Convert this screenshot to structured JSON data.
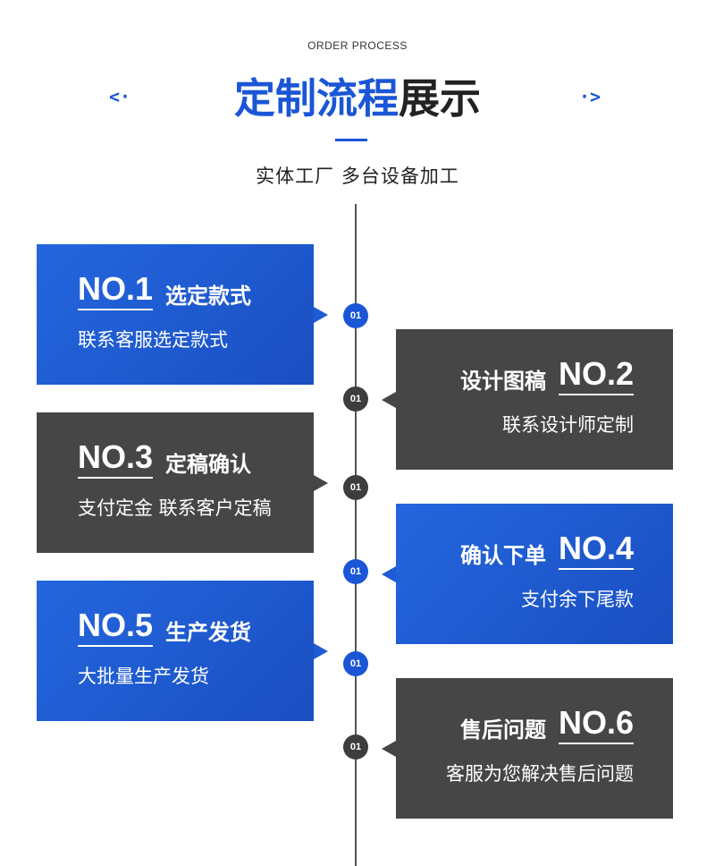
{
  "header": {
    "subtitle_en": "ORDER PROCESS",
    "title_blue": "定制流程",
    "title_dark": "展示",
    "arrow_left": "<·",
    "arrow_right": "·>",
    "tagline": "实体工厂  多台设备加工"
  },
  "colors": {
    "accent": "#1a56d6",
    "dark": "#464646"
  },
  "steps": [
    {
      "no": "NO.1",
      "title": "选定款式",
      "desc": "联系客服选定款式",
      "node": "01"
    },
    {
      "no": "NO.2",
      "title": "设计图稿",
      "desc": "联系设计师定制",
      "node": "01"
    },
    {
      "no": "NO.3",
      "title": "定稿确认",
      "desc": "支付定金 联系客户定稿",
      "node": "01"
    },
    {
      "no": "NO.4",
      "title": "确认下单",
      "desc": "支付余下尾款",
      "node": "01"
    },
    {
      "no": "NO.5",
      "title": "生产发货",
      "desc": "大批量生产发货",
      "node": "01"
    },
    {
      "no": "NO.6",
      "title": "售后问题",
      "desc": "客服为您解决售后问题",
      "node": "01"
    }
  ]
}
